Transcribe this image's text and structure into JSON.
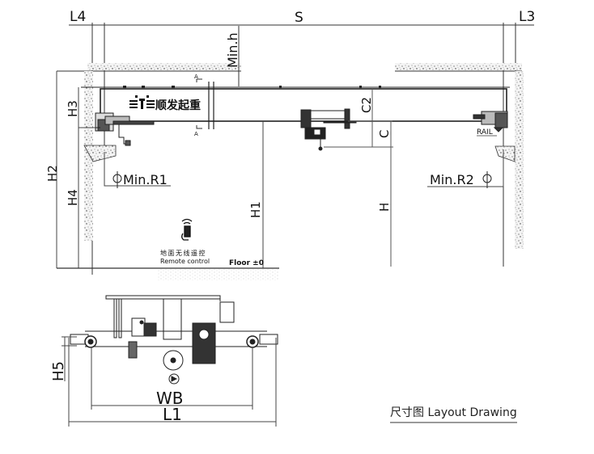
{
  "drawing": {
    "title": "尺寸图 Layout Drawing",
    "caption_cn": "尺寸图",
    "caption_en": "Layout Drawing",
    "brand_logo_text": "顺发起重",
    "colors": {
      "line": "#222222",
      "thin_line": "#555555",
      "concrete_dots": "#444444",
      "caption_underline": "#9a9a9a",
      "background": "#ffffff"
    }
  },
  "elevation_view": {
    "dimensions": {
      "left_end": "L4",
      "span": "S",
      "right_end": "L3",
      "min_headroom": "Min.h",
      "girder_height": "H3",
      "total_height": "H2",
      "rail_height": "H4",
      "hook_to_floor": "H1",
      "lift_height": "H",
      "trolley_to_top": "C2",
      "hook_offset": "C",
      "min_radius_left": "Min.R1",
      "min_radius_right": "Min.R2"
    },
    "section_marks": [
      "A",
      "A"
    ],
    "rail_label": "RAIL",
    "floor_label": "Floor ±0",
    "remote": {
      "label_cn": "地面无线遥控",
      "label_en": "Remote control",
      "icon": "wireless-remote-icon"
    }
  },
  "side_view": {
    "dimensions": {
      "end_carriage_height": "H5",
      "wheel_base": "WB",
      "overall_length": "L1"
    }
  }
}
